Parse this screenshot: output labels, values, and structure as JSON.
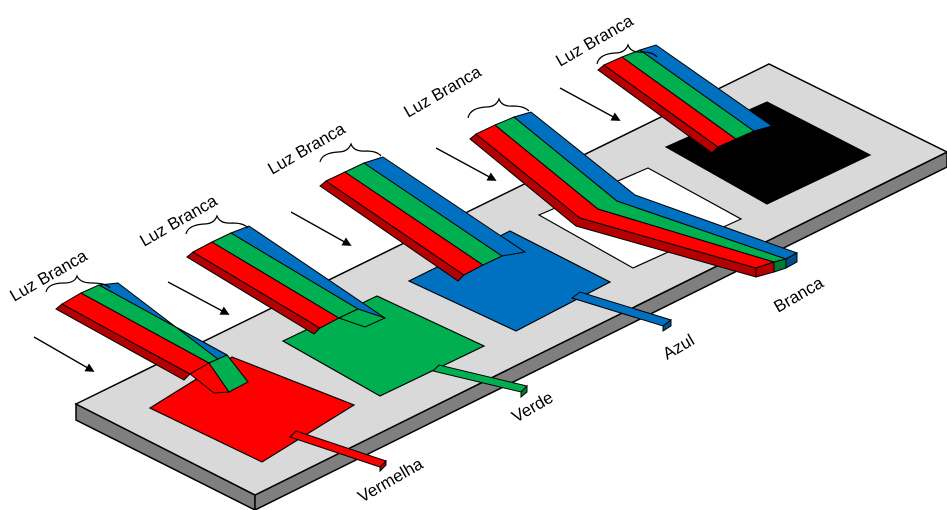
{
  "diagram": {
    "incident_label": "Luz Branca",
    "outputs": [
      {
        "label": "Vermelha",
        "color": "#ff0000"
      },
      {
        "label": "Verde",
        "color": "#00b050"
      },
      {
        "label": "Azul",
        "color": "#0070c0"
      },
      {
        "label": "Branca",
        "color": "#ffffff"
      }
    ],
    "last_square_color": "#000000",
    "colors": {
      "red": "#ff0000",
      "red_dark": "#b40000",
      "green": "#00b050",
      "green_dark": "#007a35",
      "blue": "#0070c0",
      "blue_dark": "#004f88",
      "board_top": "#d9d9d9",
      "board_side": "#7f7f7f"
    }
  }
}
